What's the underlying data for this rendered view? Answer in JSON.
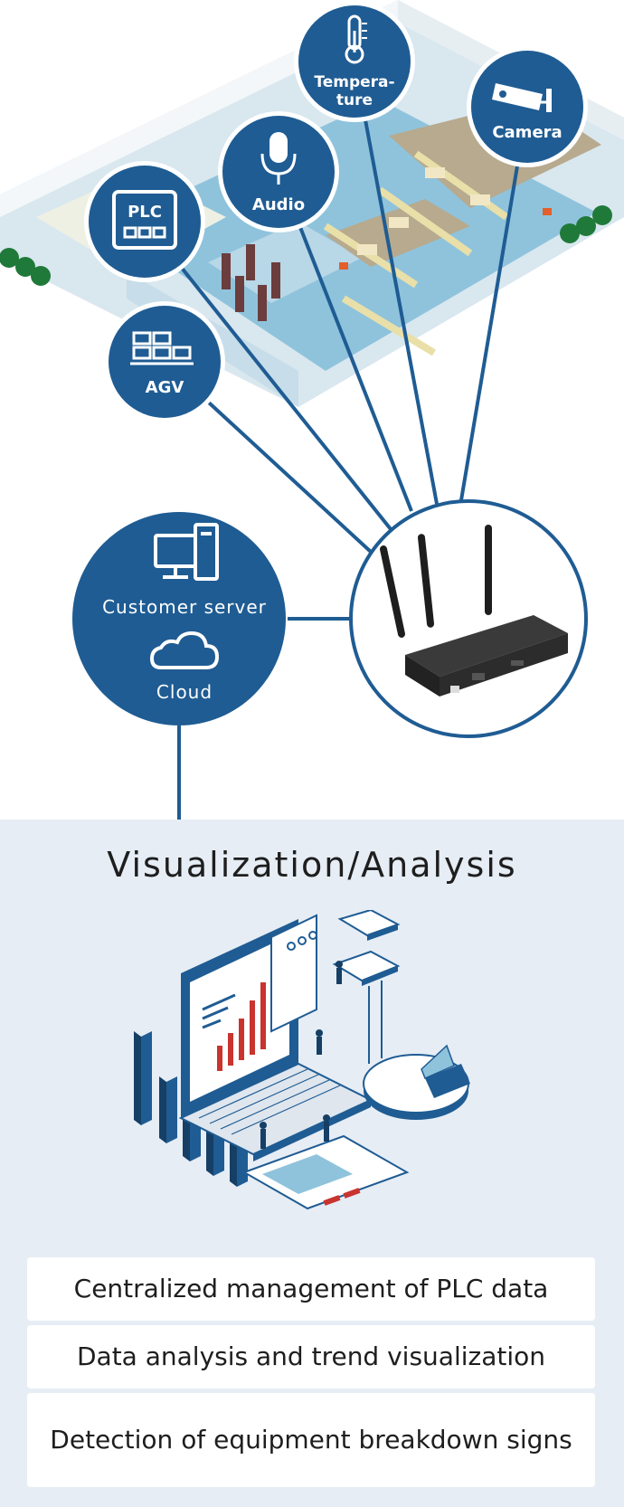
{
  "sensors": [
    {
      "id": "plc",
      "label": "PLC",
      "icon": "plc-icon"
    },
    {
      "id": "agv",
      "label": "AGV",
      "icon": "agv-icon"
    },
    {
      "id": "audio",
      "label": "Audio",
      "icon": "microphone-icon"
    },
    {
      "id": "temperature",
      "label_line1": "Tempera-",
      "label_line2": "ture",
      "icon": "thermometer-icon"
    },
    {
      "id": "camera",
      "label": "Camera",
      "icon": "camera-icon"
    }
  ],
  "server": {
    "customer_label": "Customer server",
    "customer_icon": "computer-icon",
    "cloud_label": "Cloud",
    "cloud_icon": "cloud-icon"
  },
  "gateway": {
    "icon": "router-icon"
  },
  "analysis": {
    "title": "Visualization/Analysis",
    "benefits": [
      "Centralized management of PLC data",
      "Data analysis and trend visualization",
      "Detection of equipment breakdown signs"
    ]
  },
  "colors": {
    "primary_blue": "#1f5c93",
    "panel_bg": "#e6edf5",
    "line_blue": "#1f5c93",
    "accent_red": "#c9342f"
  }
}
